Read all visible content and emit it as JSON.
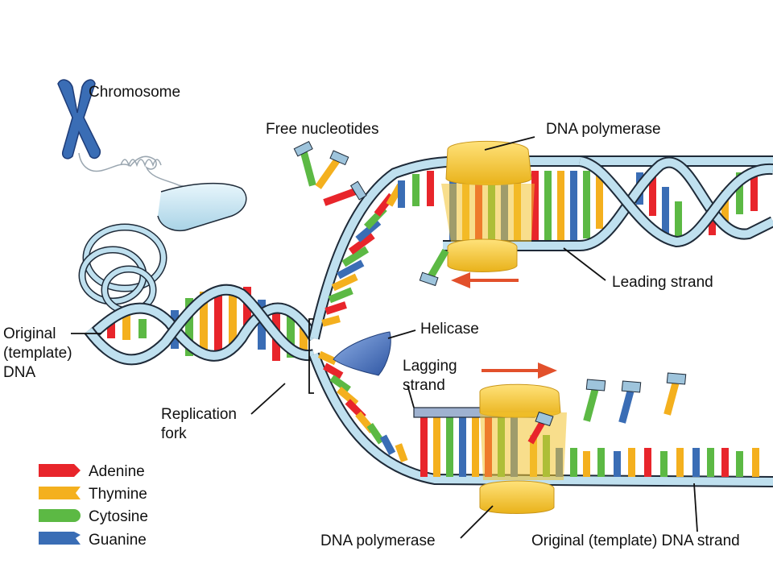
{
  "labels": {
    "chromosome": "Chromosome",
    "free_nucleotides": "Free nucleotides",
    "dna_polymerase_top": "DNA polymerase",
    "leading_strand": "Leading strand",
    "helicase": "Helicase",
    "lagging_strand_1": "Lagging",
    "lagging_strand_2": "strand",
    "original_dna_1": "Original",
    "original_dna_2": "(template)",
    "original_dna_3": "DNA",
    "replication_fork_1": "Replication",
    "replication_fork_2": "fork",
    "dna_polymerase_bottom": "DNA polymerase",
    "original_template_strand": "Original (template) DNA strand"
  },
  "legend": [
    {
      "label": "Adenine",
      "color": "#e8252b",
      "shape": "arrow"
    },
    {
      "label": "Thymine",
      "color": "#f4b01e",
      "shape": "notch"
    },
    {
      "label": "Cytosine",
      "color": "#5cb944",
      "shape": "round"
    },
    {
      "label": "Guanine",
      "color": "#3a6db5",
      "shape": "hook"
    }
  ],
  "colors": {
    "backbone": "#bfe0ef",
    "backbone_stroke": "#1e2a38",
    "chromosome": "#3a6db5",
    "polymerase": "#f2c22e",
    "helicase": "#4d74c0",
    "direction_arrow": "#e2502b"
  }
}
